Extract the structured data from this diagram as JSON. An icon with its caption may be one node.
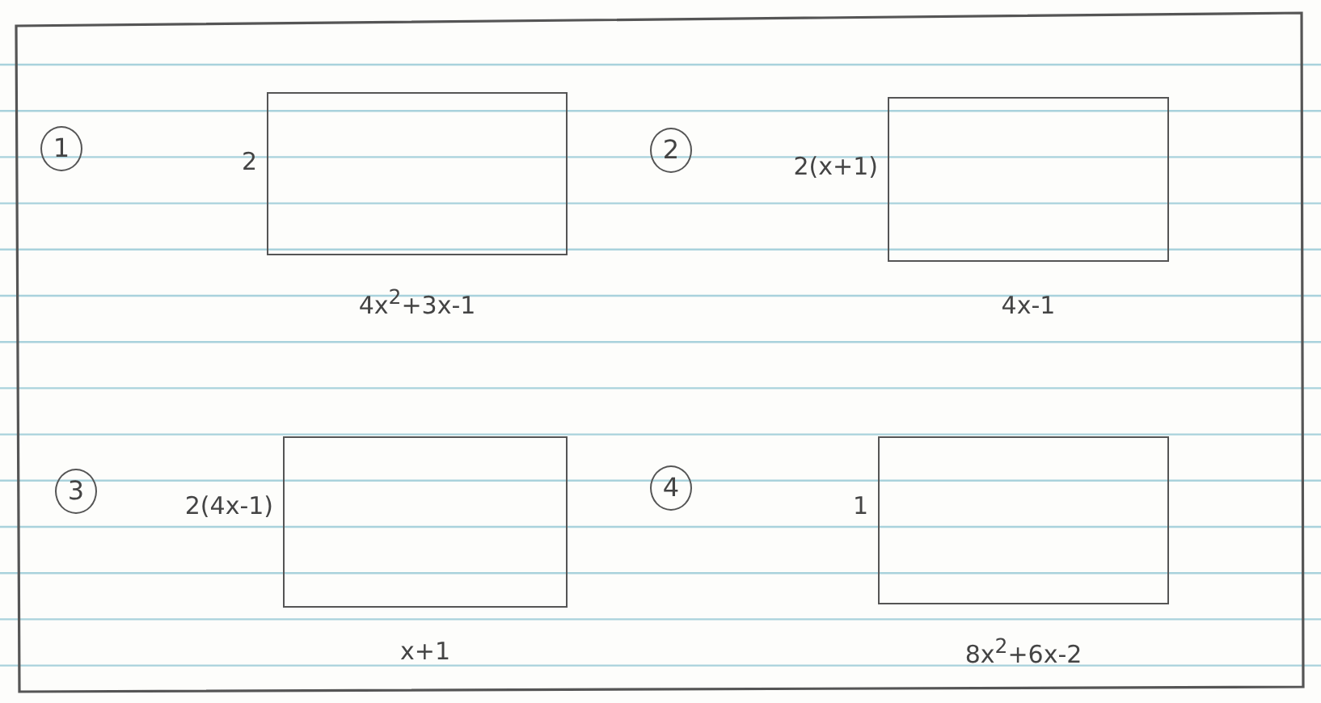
{
  "diagram": {
    "nodes": [
      {
        "text": [
          "1"
        ]
      },
      {
        "text": [],
        "shape": "box",
        "beside": [
          "2",
          "4x$^{2}$+3x-1"
        ]
      },
      {
        "text": [
          "2"
        ]
      },
      {
        "text": [],
        "shape": "box",
        "beside": [
          "2(x+1)",
          "4x-1"
        ]
      },
      {
        "text": [
          "3"
        ]
      },
      {
        "text": [],
        "shape": "box",
        "beside": [
          "2(4x-1)",
          "x+1"
        ]
      },
      {
        "text": [
          "4"
        ]
      },
      {
        "text": [],
        "shape": "box",
        "beside": [
          "1",
          "8x$^{2}$+6x-2"
        ]
      }
    ]
  }
}
